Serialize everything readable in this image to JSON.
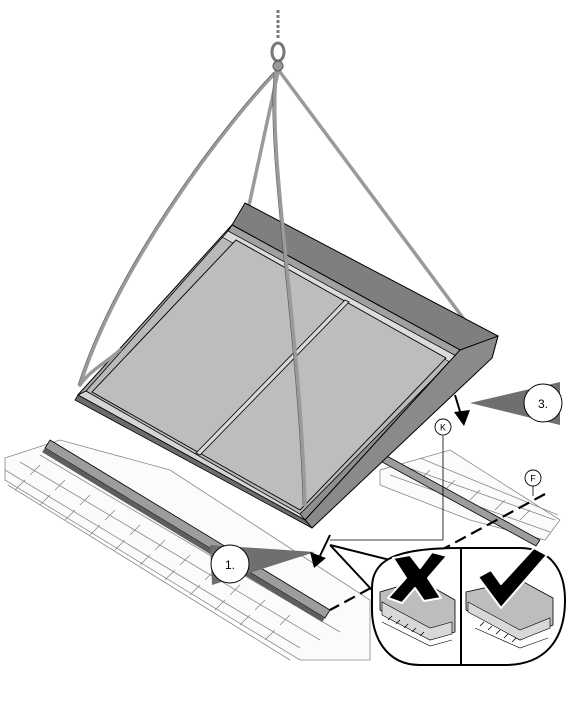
{
  "callouts": {
    "step_1": "1.",
    "step_3": "3.",
    "label_k": "K",
    "label_f": "F"
  },
  "colors": {
    "panel_fill": "#b9b9b9",
    "panel_frame": "#a6a6a6",
    "rope": "#9a9a9a",
    "arrow_pointer": "#6f6f6f",
    "outline": "#000000"
  },
  "icons": {
    "wrong": "cross-mark-icon",
    "right": "check-mark-icon"
  }
}
